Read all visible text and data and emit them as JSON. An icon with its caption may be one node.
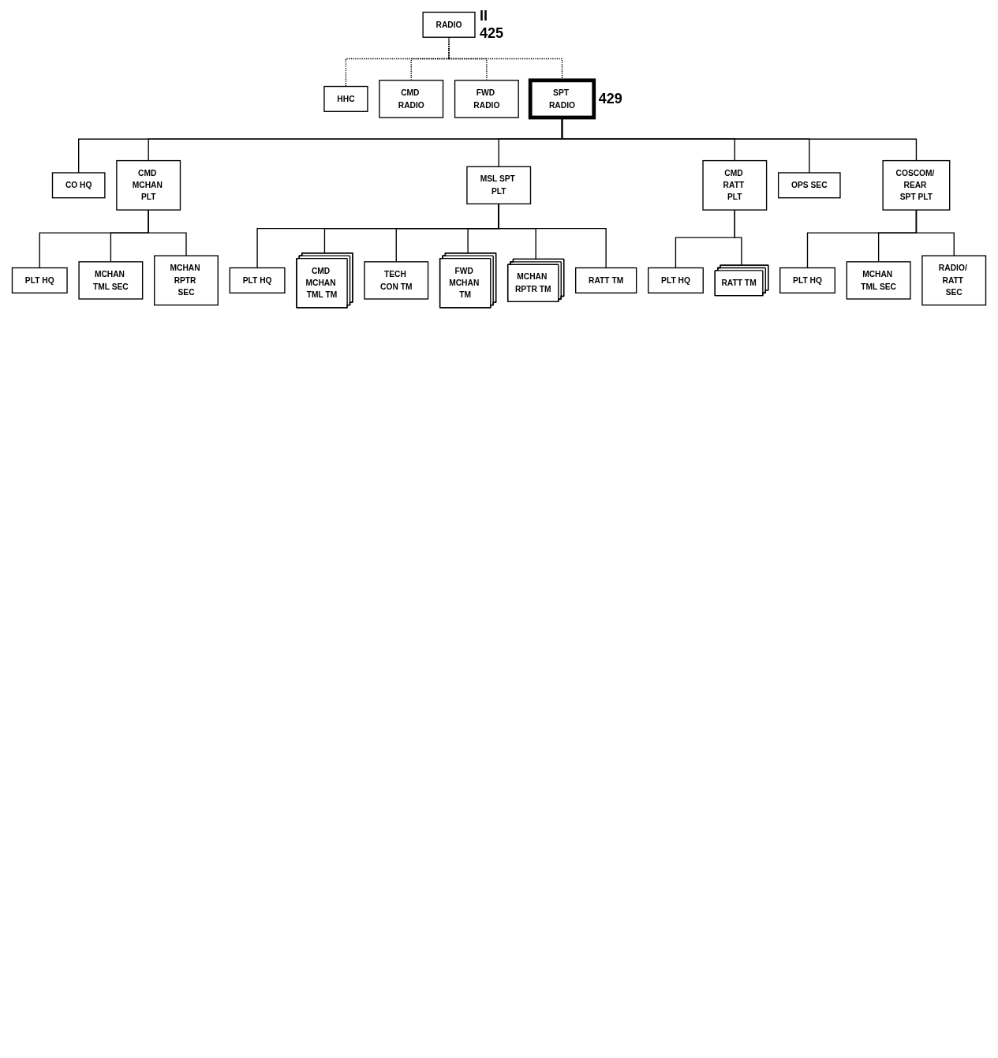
{
  "diagram": {
    "nodes": [
      {
        "text": [
          "RADIO"
        ],
        "beside": [
          "II",
          "425"
        ]
      },
      {
        "text": [
          "HHC"
        ]
      },
      {
        "text": [
          "CMD RADIO"
        ]
      },
      {
        "text": [
          "FWD RADIO"
        ]
      },
      {
        "text": [
          "SPT RADIO"
        ],
        "beside": [
          "429"
        ]
      },
      {
        "text": [
          "CO HQ"
        ]
      },
      {
        "text": [
          "CMD MCHAN PLT"
        ]
      },
      {
        "text": [
          "MSL SPT PLT"
        ]
      },
      {
        "text": [
          "CMD RATT PLT"
        ]
      },
      {
        "text": [
          "OPS SEC"
        ]
      },
      {
        "text": [
          "COSCOM/ REAR SPT PLT"
        ]
      },
      {
        "text": [
          "PLT HQ"
        ]
      },
      {
        "text": [
          "MCHAN TML SEC"
        ]
      },
      {
        "text": [
          "MCHAN RPTR SEC"
        ]
      },
      {
        "text": [
          "PLT HQ"
        ]
      },
      {
        "text": [
          "RATT TM"
        ]
      },
      {
        "text": [
          "PLT HQ"
        ]
      },
      {
        "text": [
          "MCHAN TML SEC"
        ]
      },
      {
        "text": [
          "RADIO/ RATT SEC"
        ]
      },
      {
        "text": [
          "PLT HQ"
        ]
      },
      {
        "text": [
          "CMD MCHAN TML TM"
        ]
      },
      {
        "text": [
          "TECH CON TM"
        ]
      },
      {
        "text": [
          "FWD MCHAN TM"
        ]
      },
      {
        "text": [
          "MCHAN RPTR TM"
        ]
      },
      {
        "text": [
          "RATT TM"
        ]
      }
    ],
    "edges": [
      {
        "from": 0,
        "to": 1,
        "arrow": "none",
        "style": "dashed"
      },
      {
        "from": 0,
        "to": 2,
        "arrow": "none",
        "style": "dashed"
      },
      {
        "from": 0,
        "to": 3,
        "arrow": "none",
        "style": "dashed"
      },
      {
        "from": 0,
        "to": 4,
        "arrow": "none",
        "style": "dashed"
      },
      {
        "from": 4,
        "to": 5,
        "arrow": "none"
      },
      {
        "from": 4,
        "to": 6,
        "arrow": "none"
      },
      {
        "from": 4,
        "to": 7,
        "arrow": "none"
      },
      {
        "from": 4,
        "to": 8,
        "arrow": "none"
      },
      {
        "from": 4,
        "to": 9,
        "arrow": "none"
      },
      {
        "from": 4,
        "to": 10,
        "arrow": "none"
      },
      {
        "from": 6,
        "to": 11,
        "arrow": "none"
      },
      {
        "from": 6,
        "to": 12,
        "arrow": "none"
      },
      {
        "from": 6,
        "to": 13,
        "arrow": "none"
      },
      {
        "from": 8,
        "to": 14,
        "arrow": "none"
      },
      {
        "from": 8,
        "to": 15,
        "arrow": "none"
      },
      {
        "from": 10,
        "to": 16,
        "arrow": "none"
      },
      {
        "from": 10,
        "to": 17,
        "arrow": "none"
      },
      {
        "from": 10,
        "to": 18,
        "arrow": "none"
      },
      {
        "from": 7,
        "to": 19,
        "arrow": "none"
      },
      {
        "from": 7,
        "to": 20,
        "arrow": "none"
      },
      {
        "from": 7,
        "to": 21,
        "arrow": "none"
      },
      {
        "from": 7,
        "to": 22,
        "arrow": "none"
      },
      {
        "from": 7,
        "to": 23,
        "arrow": "none"
      },
      {
        "from": 7,
        "to": 24,
        "arrow": "none"
      }
    ]
  }
}
